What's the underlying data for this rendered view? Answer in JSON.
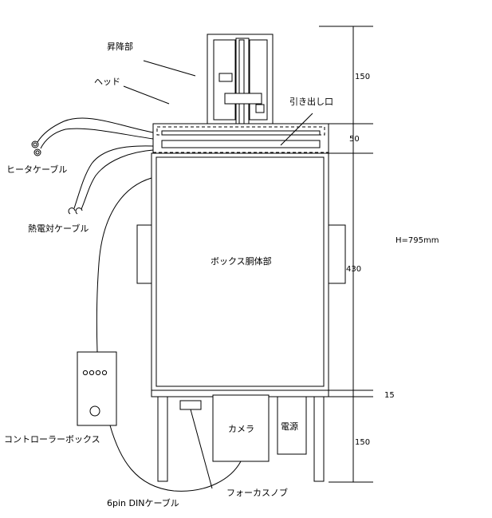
{
  "labels": {
    "lift": "昇降部",
    "head": "ヘッド",
    "drawer_opening": "引き出し口",
    "heater_cable": "ヒータケーブル",
    "thermocouple_cable": "熱電対ケーブル",
    "box_body": "ボックス胴体部",
    "controller_box": "コントローラーボックス",
    "camera": "カメラ",
    "power_supply": "電源",
    "focus_knob": "フォーカスノブ",
    "din_cable": "6pin DINケーブル"
  },
  "dimensions": {
    "lift_height": "150",
    "head_height": "50",
    "body_height": "430",
    "gap_height": "15",
    "leg_height": "150",
    "total_height": "H=795mm"
  },
  "controller": {
    "indicators": "oooo"
  }
}
